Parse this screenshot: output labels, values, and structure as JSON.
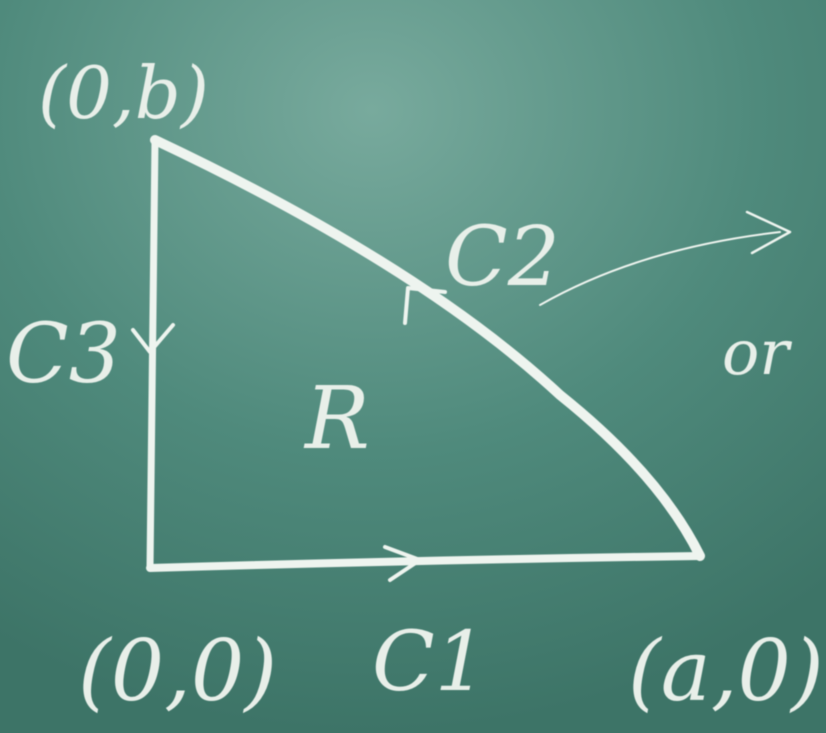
{
  "labels": {
    "vertex_top": "(0,b)",
    "vertex_origin": "(0,0)",
    "vertex_right": "(a,0)",
    "curve_bottom": "C1",
    "curve_hypotenuse": "C2",
    "curve_left": "C3",
    "region": "R",
    "side_note": "or"
  },
  "colors": {
    "board": "#4f8a7c",
    "chalk": "#eef4ef"
  }
}
